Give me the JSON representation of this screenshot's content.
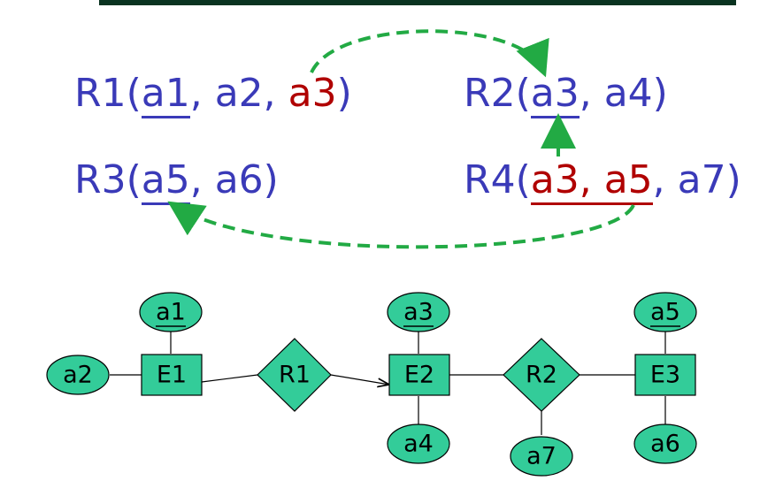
{
  "relations": {
    "r1": {
      "name": "R1",
      "key1": "a1",
      "sep1": ", ",
      "attr2": "a2",
      "sep2": ", ",
      "fk": "a3",
      "close": ")"
    },
    "r2": {
      "name": "R2",
      "key1": "a3",
      "sep1": ", ",
      "attr2": "a4",
      "close": ")"
    },
    "r3": {
      "name": "R3",
      "key1": "a5",
      "sep1": ", ",
      "attr2": "a6",
      "close": ")"
    },
    "r4": {
      "name": "R4",
      "key1": "a3",
      "sep1": ", ",
      "key2": "a5",
      "sep2": ", ",
      "attr3": "a7",
      "close": ")"
    }
  },
  "er": {
    "entities": {
      "e1": "E1",
      "e2": "E2",
      "e3": "E3"
    },
    "relationships": {
      "r1": "R1",
      "r2": "R2"
    },
    "attributes": {
      "a1": "a1",
      "a2": "a2",
      "a3": "a3",
      "a4": "a4",
      "a5": "a5",
      "a6": "a6",
      "a7": "a7"
    }
  },
  "colors": {
    "relation_text": "#3a3ab8",
    "foreign_key": "#b00000",
    "arrow": "#22aa44",
    "shape_fill": "#33cc99",
    "top_bar": "#0a3320"
  }
}
